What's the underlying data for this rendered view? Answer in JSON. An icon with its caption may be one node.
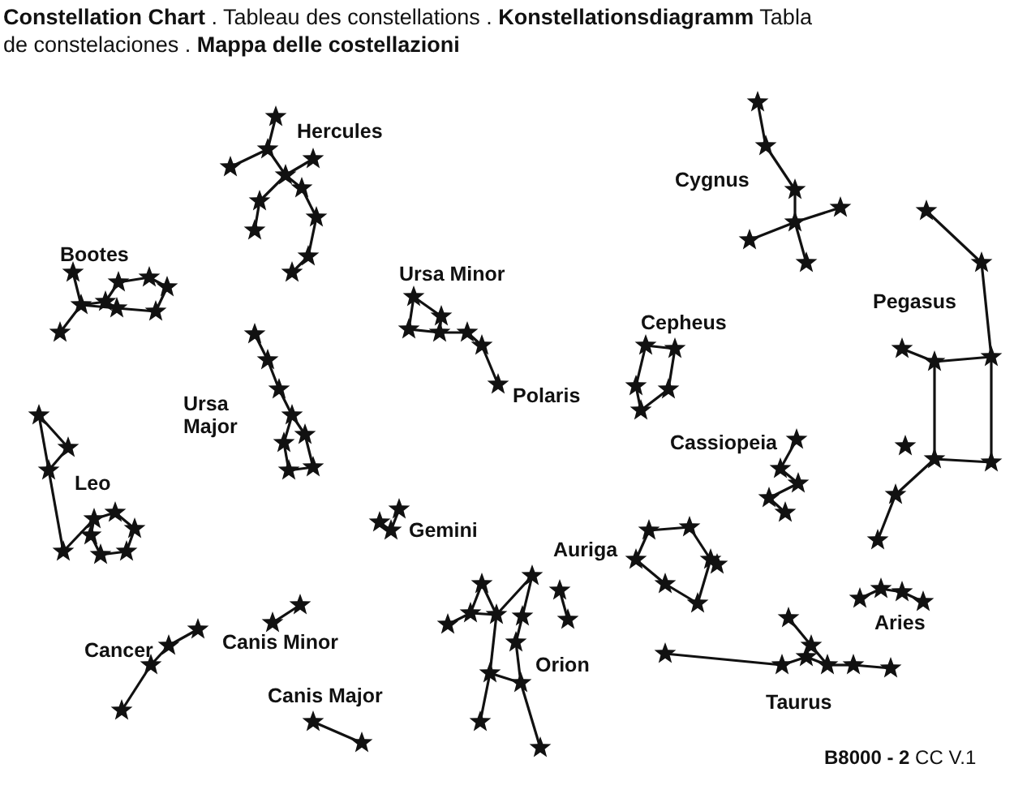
{
  "diagram": {
    "title": "**Constellation Chart** . Tableau des constellations . **Konstellationsdiagramm** Tabla de constelaciones . **Mappa delle costellazioni**",
    "labels": [
      "Hercules",
      "Cygnus",
      "Bootes",
      "Ursa Minor",
      "Pegasus",
      "Cepheus",
      "Polaris",
      "Ursa Major",
      "Cassiopeia",
      "Leo",
      "Gemini",
      "Auriga",
      "Aries",
      "Canis Minor",
      "Cancer",
      "Orion",
      "Canis Major",
      "Taurus",
      "**B8000 - 2** CC V.1"
    ]
  }
}
